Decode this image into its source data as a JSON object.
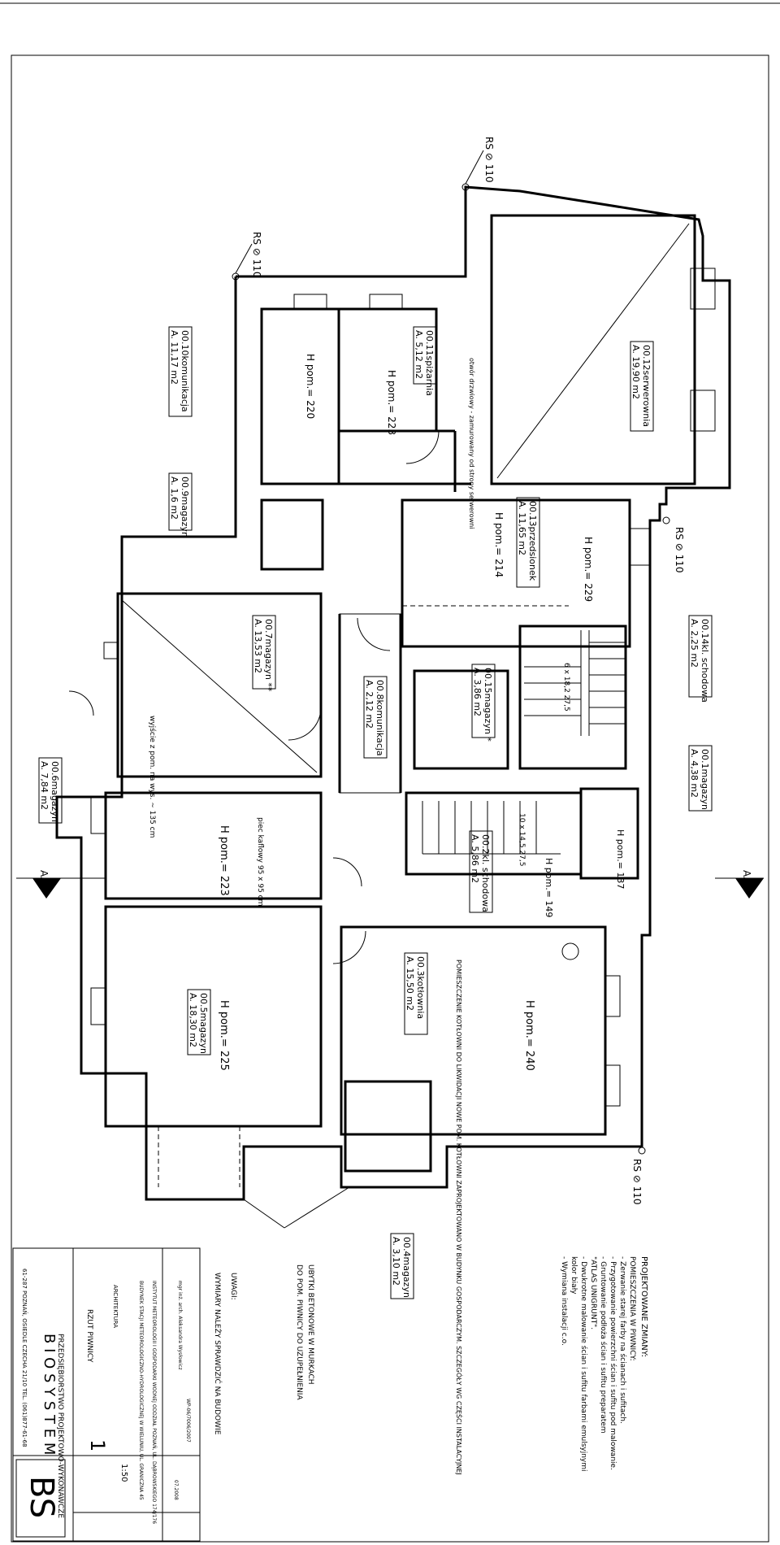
{
  "drawing": {
    "title": "RZUT PIWNICY",
    "sheet_no": "1",
    "scale": "1:50"
  },
  "company": {
    "name": "PRZEDSIĘBIORSTWO PROJEKTOWO-WYKONAWCZE",
    "brand": "B I O S Y S T E M",
    "address": "61-287 POZNAŃ, OSIEDLE CZECHA 21/10  TEL. (061)877-61-68",
    "logo_text": "BS"
  },
  "title_block": {
    "investor": "INSTYTUT METEOROLOGII I GOSPODARKI WODNEJ ODDZIAŁ POZNAŃ, UL. DĄBROWSKIEGO 174/176",
    "object": "BUDYNEK STACJI METEOROLOGICZNO-HYDROLOGICZNEJ W WIELUNIU, UL. GRANICZNA 45",
    "branch": "ARCHITEKTURA",
    "designer": "mgr inż. arch. Aleksandra Wysłowicz",
    "date": "07.2008",
    "reg_no": "WP-06/7006/2007"
  },
  "notes": {
    "heading": "PROJEKTOWANE ZMIANY:",
    "subheading": "POMIESZCZENIA W PIWNICY:",
    "items": [
      "- Zerwanie starej farby na ścianach i sufitach.",
      "- Przygotowanie powierzchni ścian i sufitu pod malowanie.",
      "- Gruntowanie podłoża ścian i sufitu preparatem",
      "  \"ATLAS UNIGRUNT\".",
      "- Dwukrotne malowanie ścian i sufitu farbami emulsyjnymi",
      "  kolor biały",
      "- Wymiana instalacji c.o."
    ],
    "warning_title": "UWAGI:",
    "warning_text": "WYMIARY NALEŻY SPRAWDZIĆ NA BUDOWIE",
    "rubble_note_1": "UBYTKI BETONOWE W MURKACH",
    "rubble_note_2": "DO POM. PIWNICY DO UZUPEŁNIENIA"
  },
  "rooms": [
    {
      "id": "00.12",
      "name": "00.12serwerownia",
      "area": "A. 19,90 m2"
    },
    {
      "id": "00.11",
      "name": "00.11spiżarnia",
      "area": "A. 5,12 m2"
    },
    {
      "id": "00.10",
      "name": "00.10komunikacja",
      "area": "A. 11,17 m2"
    },
    {
      "id": "00.13",
      "name": "00.13przedsionek",
      "area": "A. 11,65 m2"
    },
    {
      "id": "00.9",
      "name": "00.9magazyn",
      "area": "A. 1,6 m2"
    },
    {
      "id": "00.7",
      "name": "00.7magazyn **",
      "area": "A. 13,53 m2"
    },
    {
      "id": "00.8",
      "name": "00.8komunikacja",
      "area": "A. 2,12 m2"
    },
    {
      "id": "00.15",
      "name": "00.15magazyn *",
      "area": "A. 3,86 m2"
    },
    {
      "id": "00.14",
      "name": "00.14kl. schodowa",
      "area": "A. 2,25 m2"
    },
    {
      "id": "00.6",
      "name": "00.6magazyn",
      "area": "A. 7,84 m2"
    },
    {
      "id": "00.1",
      "name": "00.1magazyn",
      "area": "A. 4,38 m2"
    },
    {
      "id": "00.2",
      "name": "00.2kl. schodowa",
      "area": "A. 5,86 m2"
    },
    {
      "id": "00.5",
      "name": "00.5magazyn",
      "area": "A. 18,30 m2"
    },
    {
      "id": "00.3",
      "name": "00.3kotłownia",
      "area": "A. 15,50 m2"
    },
    {
      "id": "00.4",
      "name": "00.4magazyn",
      "area": "A. 3,10 m2"
    }
  ],
  "heights": {
    "h220": "H pom.= 220",
    "h223a": "H pom.= 223",
    "h214": "H pom.= 214",
    "h229": "H pom.= 229",
    "h223b": "H pom.= 223",
    "h225": "H pom.= 225",
    "h240": "H pom.= 240",
    "h137": "H pom.= 137",
    "h149": "H pom.= 149"
  },
  "markers": {
    "rs1": "RS ⊘ 110",
    "rs2": "RS ⊘ 110",
    "rs3": "RS ⊘ 110",
    "rs4": "RS ⊘ 110",
    "section": "AA",
    "tiles": "piec kaflowy 95 x 95 cm",
    "exit": "wyjście z pom. na wys. ~ 135 cm",
    "boiler_note": "POMIESZCZENIE KOTŁOWNI DO LIKWIDACJI NOWE POM. KOTŁOWNI ZAPROJEKTOWANO W BUDYNKU GOSPODARCZYM. SZCZEGÓŁY WG CZĘŚCI INSTALACYJNEJ",
    "door_note": "otwór drzwiowy - zamurowany od strony serwerowni",
    "stairs1": "10 x 14,5 27,5",
    "stairs2": "6 x 18,2 27,5"
  }
}
